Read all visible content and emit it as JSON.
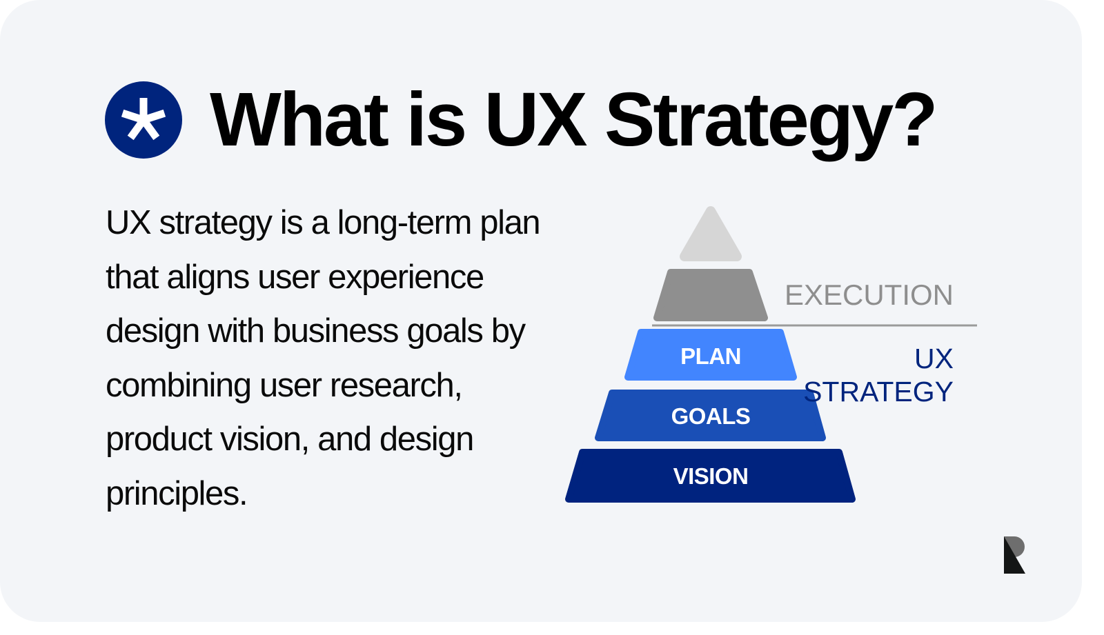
{
  "header": {
    "icon": "asterisk-icon",
    "title": "What is UX Strategy?"
  },
  "description": {
    "lines": [
      "UX strategy is a long-term plan",
      "that aligns user experience",
      "design with business goals by",
      "combining user research,",
      "product vision, and design",
      "principles."
    ]
  },
  "pyramid": {
    "layers": [
      {
        "label": "",
        "color": "#d6d6d6"
      },
      {
        "label": "",
        "color": "#8f8f8f"
      },
      {
        "label": "PLAN",
        "color": "#4285fe"
      },
      {
        "label": "GOALS",
        "color": "#1a4fb6"
      },
      {
        "label": "VISION",
        "color": "#00237f"
      }
    ],
    "execution_label": "EXECUTION",
    "ux_strategy_label": [
      "UX",
      "STRATEGY"
    ]
  },
  "colors": {
    "background": "#f3f5f8",
    "brand_navy": "#00247d",
    "execution_gray": "#8e8e8e"
  },
  "logo": "brand-r-logo"
}
